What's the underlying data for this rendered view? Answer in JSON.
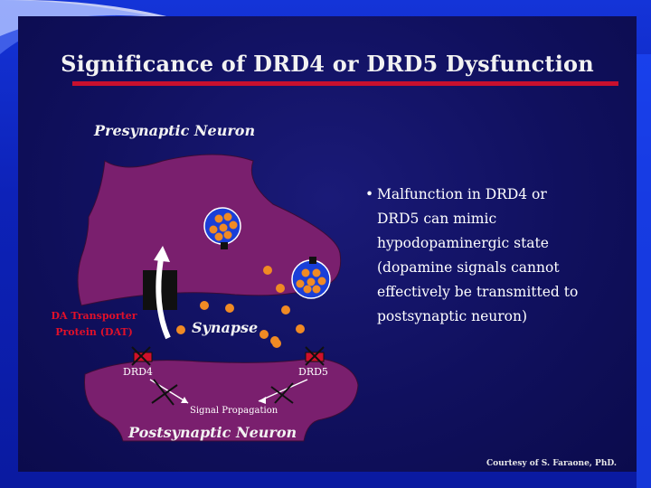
{
  "slide": {
    "title": "Significance of DRD4 or DRD5 Dysfunction",
    "bullet": "Malfunction in DRD4 or DRD5 can mimic hypodopaminergic state (dopamine signals cannot effectively be transmitted to postsynaptic neuron)",
    "bullet_lines": [
      "Malfunction in DRD4 or",
      "DRD5 can mimic",
      "hypodopaminergic state",
      "(dopamine signals cannot",
      "effectively be transmitted to",
      "postsynaptic neuron)"
    ],
    "courtesy": "Courtesy of S. Faraone, PhD."
  },
  "diagram": {
    "presynaptic_label": "Presynaptic Neuron",
    "postsynaptic_label": "Postsynaptic Neuron",
    "synapse_label": "Synapse",
    "dat_label_line1": "DA Transporter",
    "dat_label_line2": "Protein (DAT)",
    "drd4_label": "DRD4",
    "drd5_label": "DRD5",
    "signal_label": "Signal Propagation"
  },
  "colors": {
    "background_outer": "#0d22b8",
    "slide_background": "#10105e",
    "title_rule": "#c8102e",
    "neuron_fill": "#7a1f6e",
    "dopamine": "#f08a24",
    "vesicle": "#1a3fd8",
    "dat_label": "#e0102a",
    "receptor": "#d0102a"
  }
}
